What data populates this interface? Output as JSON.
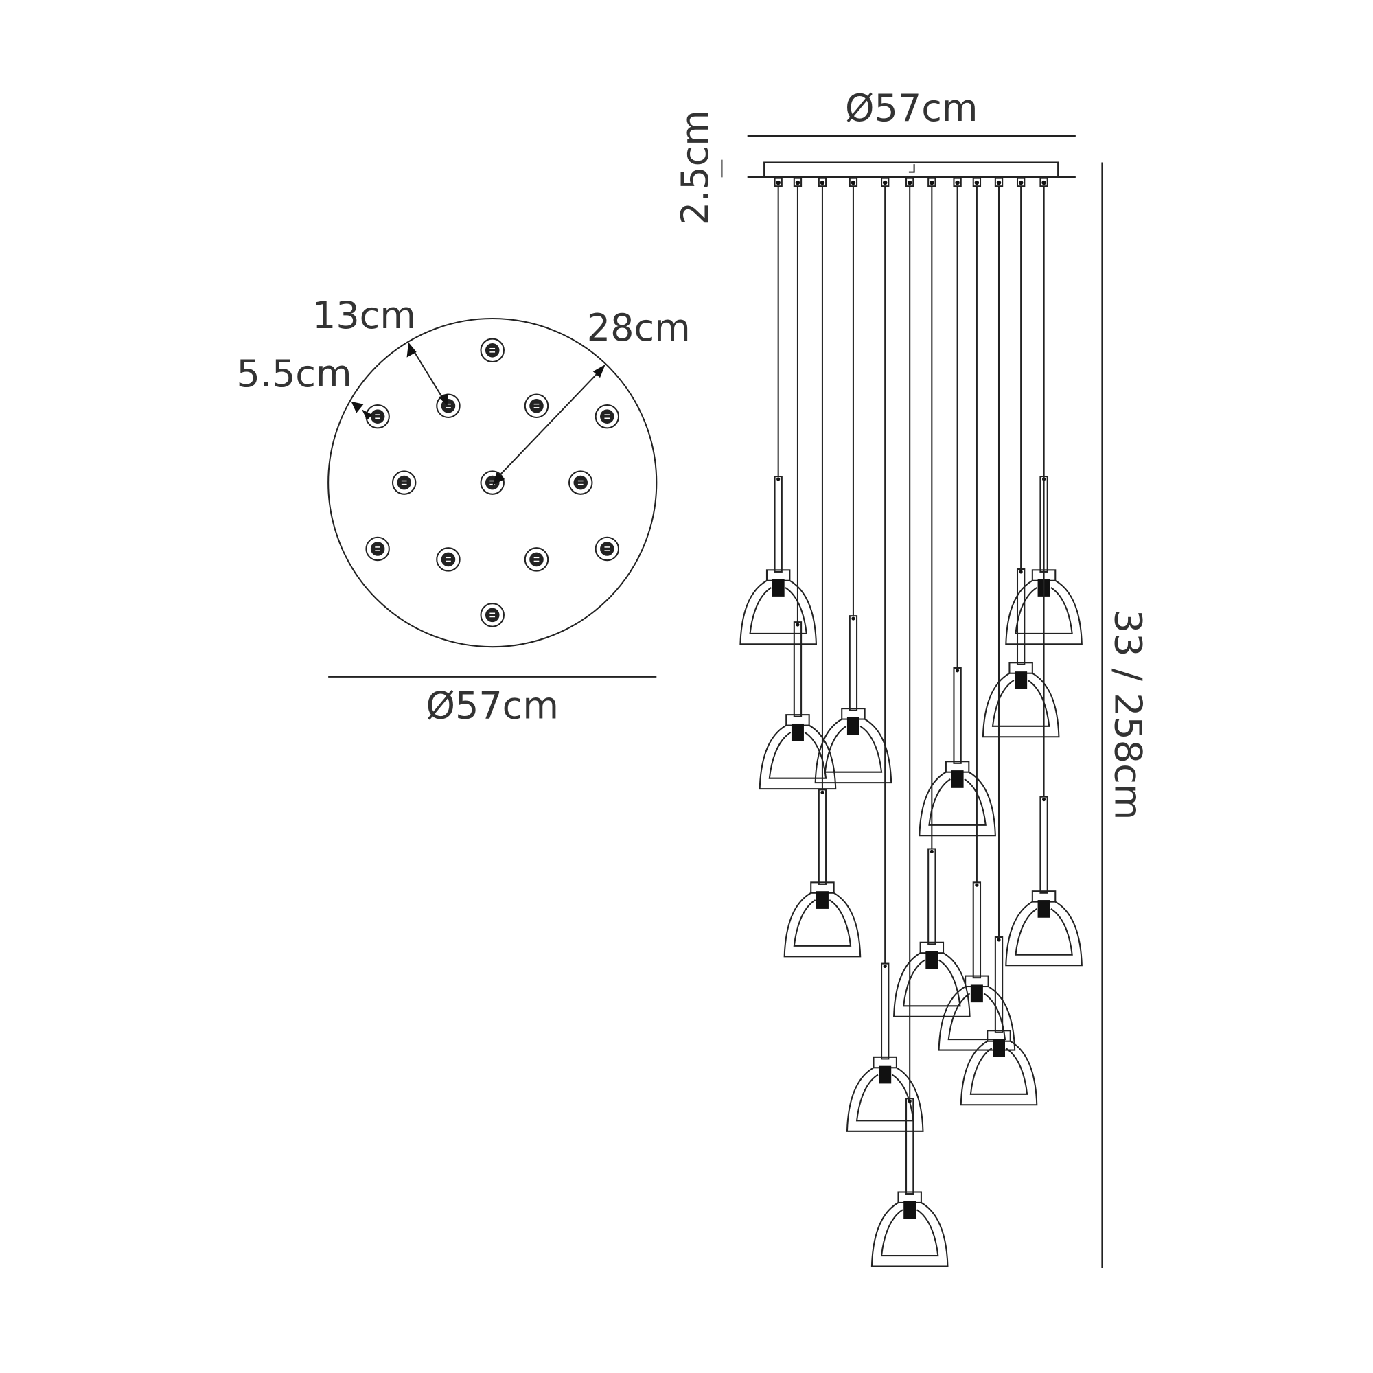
{
  "plan_view": {
    "diameter_label": "Ø57cm",
    "radius_label": "28cm",
    "ring_spacing_label": "13cm",
    "edge_offset_label": "5.5cm",
    "hole_count": 13
  },
  "side_view": {
    "width_label": "Ø57cm",
    "canopy_height_label": "2.5cm",
    "drop_height_label": "33 / 258cm",
    "pendant_count": 13
  }
}
